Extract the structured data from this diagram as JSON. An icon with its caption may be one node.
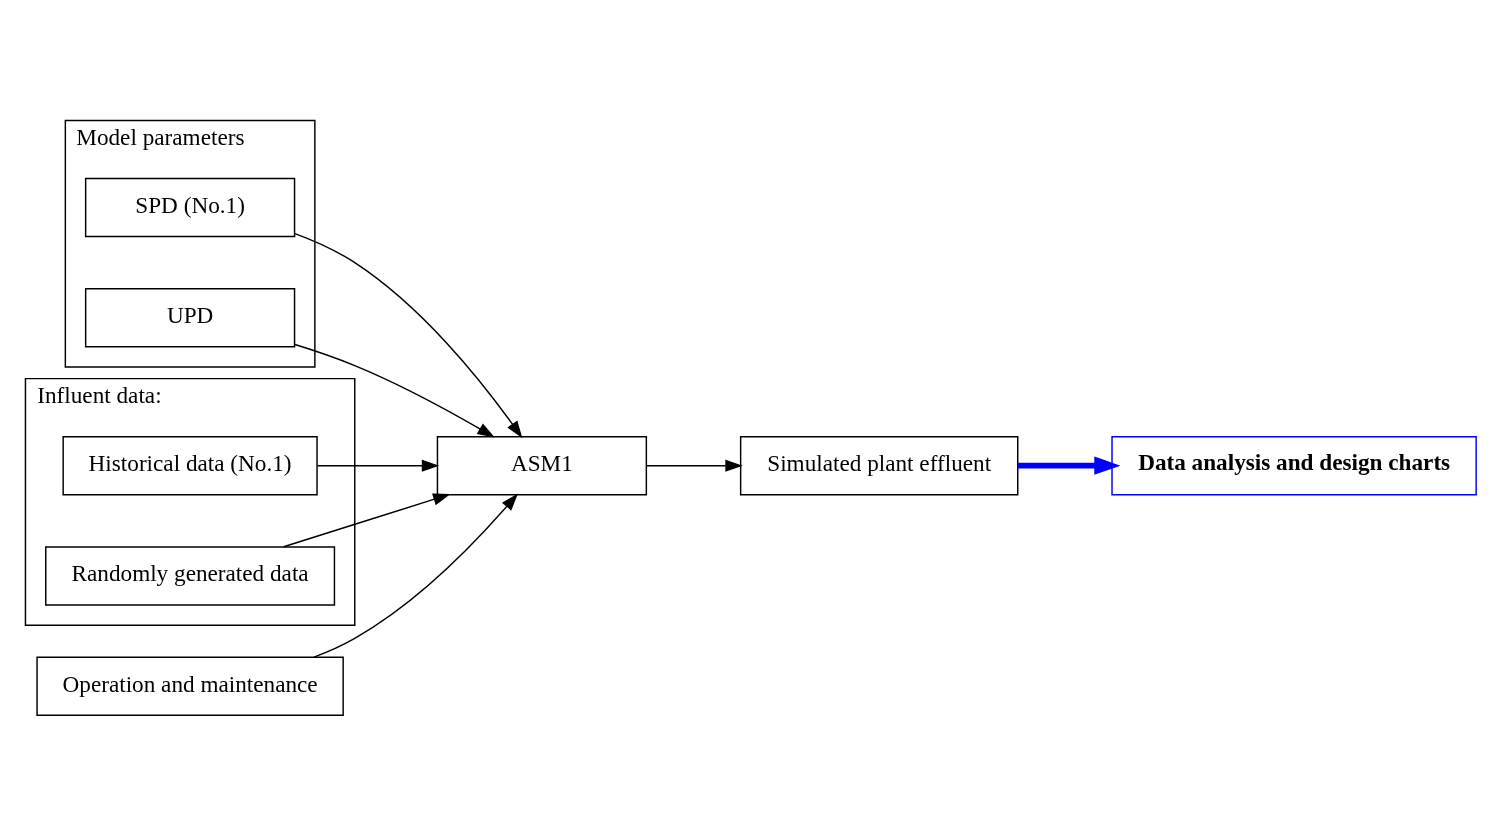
{
  "diagram": {
    "nodes": [
      {
        "text": [
          "Model parameters"
        ]
      },
      {
        "text": [
          "SPD (No.1)"
        ],
        "in": 0
      },
      {
        "text": [
          "UPD"
        ],
        "in": 0
      },
      {
        "text": [
          "Influent data:"
        ]
      },
      {
        "text": [
          "Historical data (No.1)"
        ],
        "in": 3
      },
      {
        "text": [
          "Randomly generated data"
        ],
        "in": 3
      },
      {
        "text": [
          "ASM1"
        ]
      },
      {
        "text": [
          "Simulated plant effluent"
        ]
      },
      {
        "text": [
          "Data analysis and design charts"
        ]
      },
      {
        "text": [
          "Operation and maintenance"
        ]
      }
    ],
    "edges": [
      {
        "from": 1,
        "to": 6,
        "arrow": "to"
      },
      {
        "from": 2,
        "to": 6,
        "arrow": "to"
      },
      {
        "from": 4,
        "to": 6,
        "arrow": "to"
      },
      {
        "from": 5,
        "to": 6,
        "arrow": "to"
      },
      {
        "from": 6,
        "to": 7,
        "arrow": "to"
      },
      {
        "from": 7,
        "to": 8,
        "arrow": "to",
        "style": "thick",
        "color": "#0000ff"
      },
      {
        "from": 9,
        "to": 6,
        "arrow": "to"
      }
    ]
  }
}
